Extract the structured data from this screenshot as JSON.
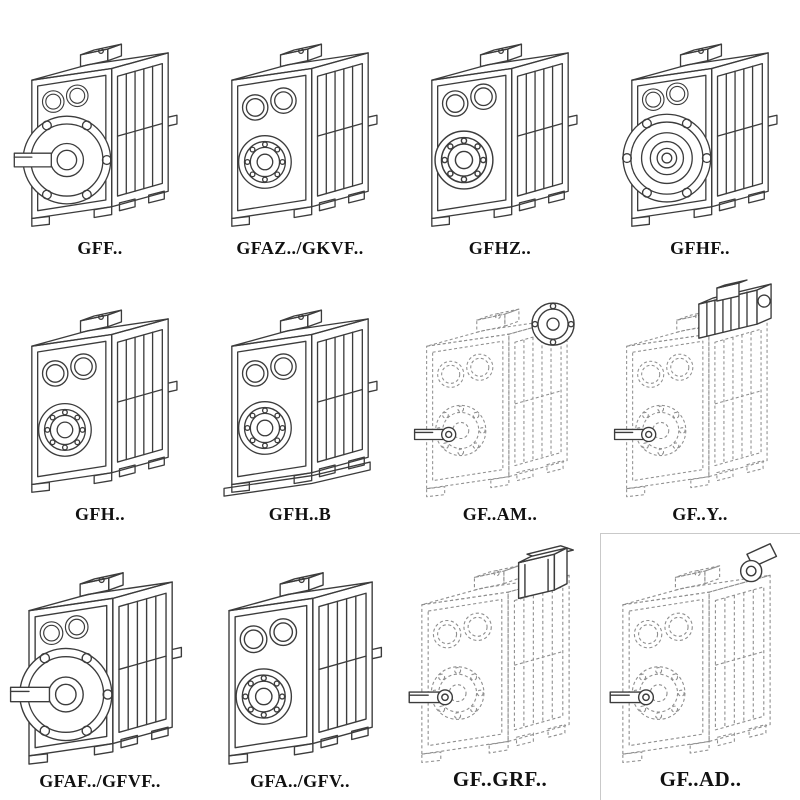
{
  "page": {
    "background": "#ffffff"
  },
  "colors": {
    "line": "#3c3c3c",
    "dashed_line": "#8f8f8f",
    "label_text": "#111111",
    "cell_border": "#c9c9c9"
  },
  "cells": [
    {
      "label": "GFF..",
      "line_style": "solid"
    },
    {
      "label": "GFAZ../GKVF..",
      "line_style": "solid"
    },
    {
      "label": "GFHZ..",
      "line_style": "solid"
    },
    {
      "label": "GFHF..",
      "line_style": "solid"
    },
    {
      "label": "GFH..",
      "line_style": "solid"
    },
    {
      "label": "GFH..B",
      "line_style": "solid"
    },
    {
      "label": "GF..AM..",
      "line_style": "dashed"
    },
    {
      "label": "GF..Y..",
      "line_style": "dashed"
    },
    {
      "label": "GFAF../GFVF..",
      "line_style": "solid"
    },
    {
      "label": "GFA../GFV..",
      "line_style": "solid"
    },
    {
      "label": "GF..GRF..",
      "line_style": "dashed"
    },
    {
      "label": "GF..AD..",
      "line_style": "dashed"
    }
  ]
}
